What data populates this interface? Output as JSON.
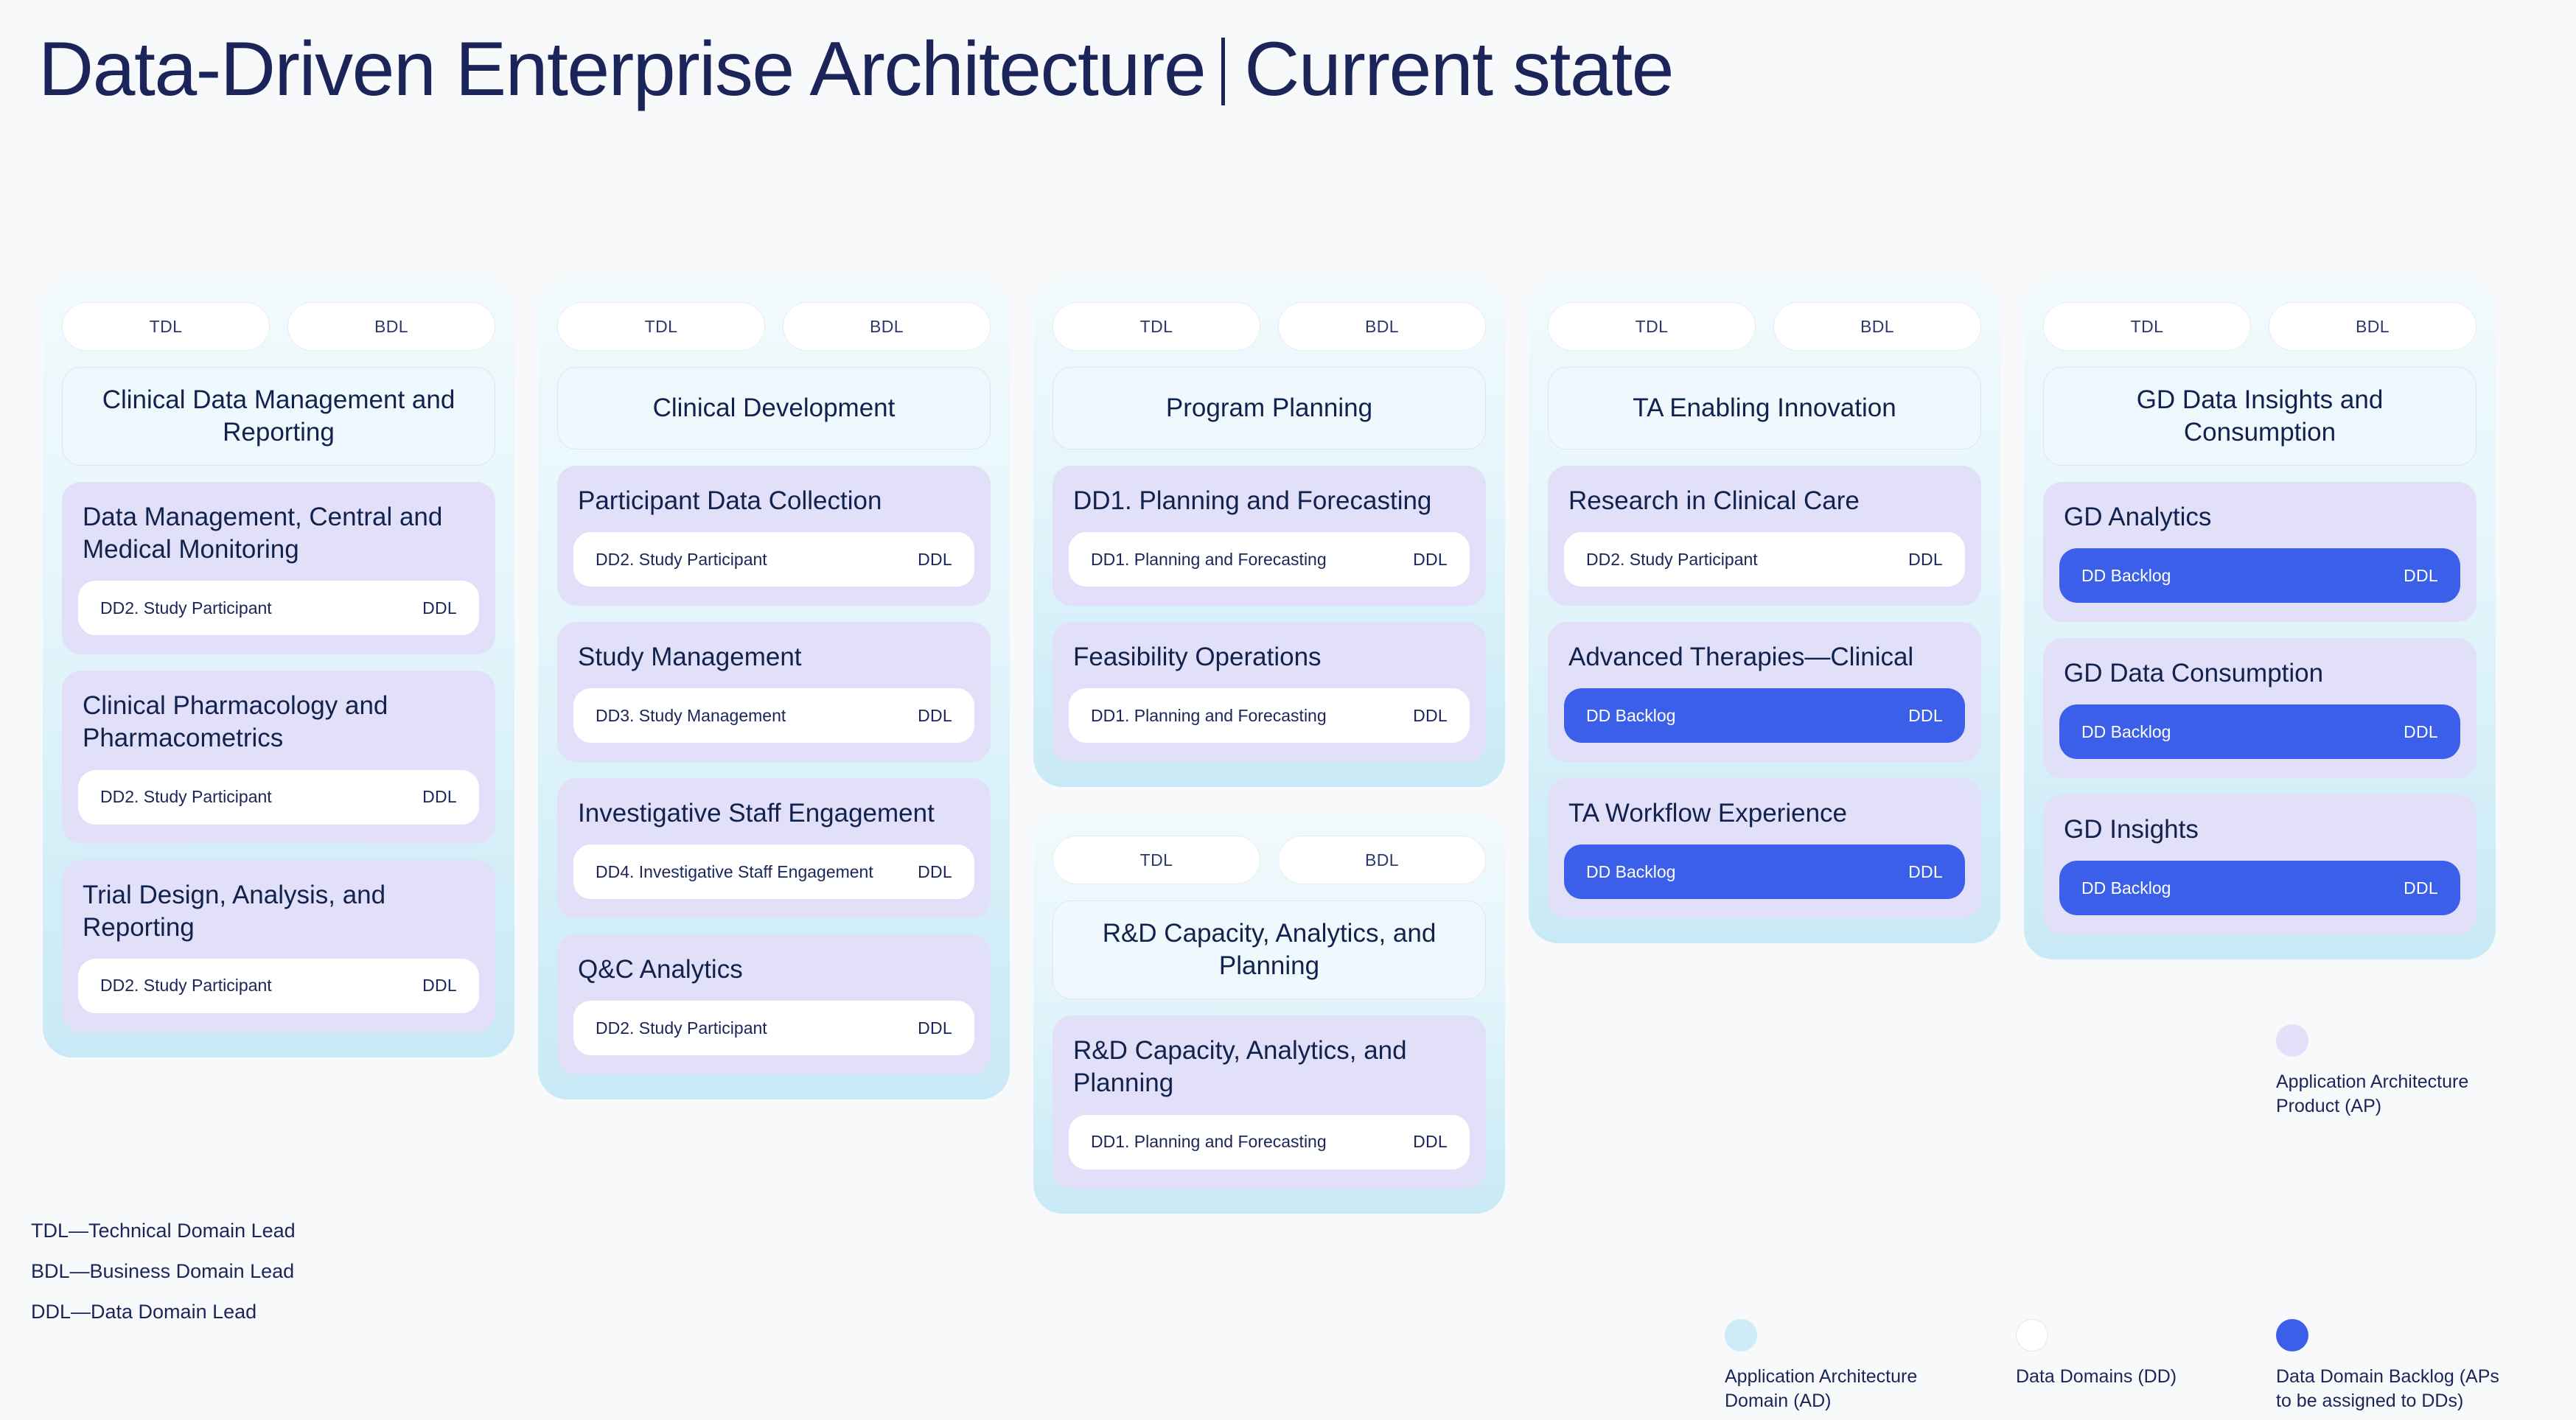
{
  "title": {
    "part1": "Data-Driven Enterprise Architecture",
    "part2": "Current state"
  },
  "lead_labels": {
    "tdl": "TDL",
    "bdl": "BDL"
  },
  "columns": [
    {
      "panels": [
        {
          "tdl": "TDL",
          "bdl": "BDL",
          "ad_title": "Clinical Data Management and Reporting",
          "aps": [
            {
              "title": "Data Management, Central and Medical Monitoring",
              "dds": [
                {
                  "name": "DD2. Study Participant",
                  "role": "DDL",
                  "backlog": false
                }
              ]
            },
            {
              "title": "Clinical Pharmacology and Pharmacometrics",
              "dds": [
                {
                  "name": "DD2. Study Participant",
                  "role": "DDL",
                  "backlog": false
                }
              ]
            },
            {
              "title": "Trial Design, Analysis, and Reporting",
              "dds": [
                {
                  "name": "DD2. Study Participant",
                  "role": "DDL",
                  "backlog": false
                }
              ]
            }
          ]
        }
      ]
    },
    {
      "panels": [
        {
          "tdl": "TDL",
          "bdl": "BDL",
          "ad_title": "Clinical Development",
          "aps": [
            {
              "title": "Participant Data Collection",
              "dds": [
                {
                  "name": "DD2. Study Participant",
                  "role": "DDL",
                  "backlog": false
                }
              ]
            },
            {
              "title": "Study Management",
              "dds": [
                {
                  "name": "DD3. Study Management",
                  "role": "DDL",
                  "backlog": false
                }
              ]
            },
            {
              "title": "Investigative Staff Engagement",
              "dds": [
                {
                  "name": "DD4. Investigative Staff Engagement",
                  "role": "DDL",
                  "backlog": false
                }
              ]
            },
            {
              "title": "Q&C Analytics",
              "dds": [
                {
                  "name": "DD2. Study Participant",
                  "role": "DDL",
                  "backlog": false
                }
              ]
            }
          ]
        }
      ]
    },
    {
      "panels": [
        {
          "tdl": "TDL",
          "bdl": "BDL",
          "ad_title": "Program Planning",
          "aps": [
            {
              "title": "DD1. Planning and Forecasting",
              "dds": [
                {
                  "name": "DD1. Planning and Forecasting",
                  "role": "DDL",
                  "backlog": false
                }
              ]
            },
            {
              "title": "Feasibility Operations",
              "dds": [
                {
                  "name": "DD1. Planning and Forecasting",
                  "role": "DDL",
                  "backlog": false
                }
              ]
            }
          ]
        },
        {
          "tdl": "TDL",
          "bdl": "BDL",
          "ad_title": "R&D Capacity, Analytics, and Planning",
          "aps": [
            {
              "title": "R&D Capacity, Analytics, and Planning",
              "dds": [
                {
                  "name": "DD1. Planning and Forecasting",
                  "role": "DDL",
                  "backlog": false
                }
              ]
            }
          ]
        }
      ]
    },
    {
      "panels": [
        {
          "tdl": "TDL",
          "bdl": "BDL",
          "ad_title": "TA Enabling Innovation",
          "aps": [
            {
              "title": "Research in Clinical Care",
              "dds": [
                {
                  "name": "DD2. Study Participant",
                  "role": "DDL",
                  "backlog": false
                }
              ]
            },
            {
              "title": "Advanced Therapies—Clinical",
              "dds": [
                {
                  "name": "DD Backlog",
                  "role": "DDL",
                  "backlog": true
                }
              ]
            },
            {
              "title": "TA Workflow Experience",
              "dds": [
                {
                  "name": "DD Backlog",
                  "role": "DDL",
                  "backlog": true
                }
              ]
            }
          ]
        }
      ]
    },
    {
      "panels": [
        {
          "tdl": "TDL",
          "bdl": "BDL",
          "ad_title": "GD Data Insights and Consumption",
          "aps": [
            {
              "title": "GD Analytics",
              "dds": [
                {
                  "name": "DD Backlog",
                  "role": "DDL",
                  "backlog": true
                }
              ]
            },
            {
              "title": "GD Data Consumption",
              "dds": [
                {
                  "name": "DD Backlog",
                  "role": "DDL",
                  "backlog": true
                }
              ]
            },
            {
              "title": "GD Insights",
              "dds": [
                {
                  "name": "DD Backlog",
                  "role": "DDL",
                  "backlog": true
                }
              ]
            }
          ]
        }
      ]
    }
  ],
  "legend_roles": [
    "TDL—Technical Domain Lead",
    "BDL—Business Domain Lead",
    "DDL—Data Domain Lead"
  ],
  "legend_symbols": [
    {
      "key": "ap",
      "label": "Application Architecture Product (AP)",
      "color": "#E2E0F8"
    },
    {
      "key": "ad",
      "label": "Application Architecture Domain (AD)",
      "color": "#CDEAF7"
    },
    {
      "key": "dd",
      "label": "Data Domains (DD)",
      "color": "#FFFFFF"
    },
    {
      "key": "ddb",
      "label": "Data Domain Backlog (APs to be assigned to DDs)",
      "color": "#3B5FE8"
    }
  ],
  "colors": {
    "background": "#F8F9FA",
    "title_text": "#1B2559",
    "ad_panel_top": "#F2FAFD",
    "ad_panel_bottom": "#C8E9F6",
    "ad_header": "#EFF9FD",
    "ap_card": "#E2E0F8",
    "dd_pill": "#FFFFFF",
    "dd_backlog": "#3B5FE8",
    "body_text": "#12224E"
  }
}
